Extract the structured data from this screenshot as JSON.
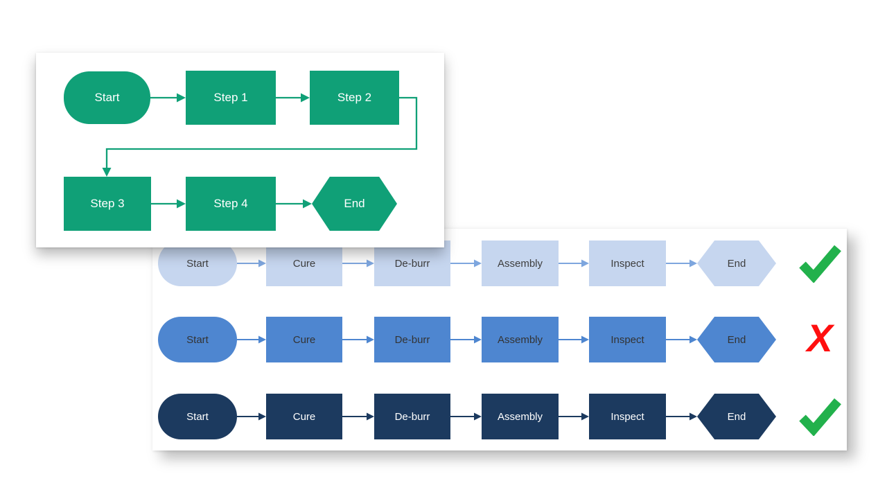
{
  "colors": {
    "card1_theme_green": "#10A077",
    "row_light_fill": "#C6D6EF",
    "row_light_arrow": "#7EA6DE",
    "row_medium_fill": "#4E86D0",
    "row_dark_fill": "#1C3A5F",
    "check_green": "#22B14C",
    "cross_red": "#FF0F0F",
    "label_dark": "#3E3E3E",
    "label_white": "#FFFFFF"
  },
  "card1": {
    "shapes": [
      {
        "type": "stadium",
        "label": "Start"
      },
      {
        "type": "rect",
        "label": "Step 1"
      },
      {
        "type": "rect",
        "label": "Step 2"
      },
      {
        "type": "rect",
        "label": "Step 3"
      },
      {
        "type": "rect",
        "label": "Step 4"
      },
      {
        "type": "hexagon",
        "label": "End"
      }
    ]
  },
  "card2": {
    "steps": [
      "Start",
      "Cure",
      "De-burr",
      "Assembly",
      "Inspect",
      "End"
    ],
    "rows": [
      {
        "name": "light-blue",
        "verdict": "pass"
      },
      {
        "name": "medium-blue",
        "verdict": "fail"
      },
      {
        "name": "dark-navy",
        "verdict": "pass"
      }
    ],
    "cross_glyph": "X"
  }
}
